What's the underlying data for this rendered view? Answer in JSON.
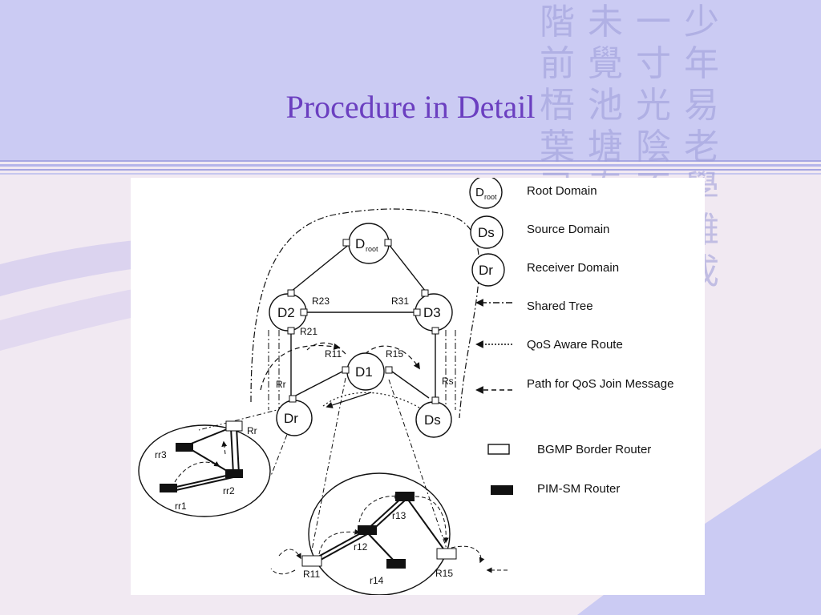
{
  "slide": {
    "title": "Procedure in Detail",
    "calligraphy": [
      [
        "少",
        "年",
        "易",
        "老",
        "學",
        "難",
        "成"
      ],
      [
        "一",
        "寸",
        "光",
        "陰",
        "不"
      ],
      [
        "未",
        "覺",
        "池",
        "塘",
        "春"
      ],
      [
        "階",
        "前",
        "梧",
        "葉",
        "已"
      ]
    ]
  },
  "diagram": {
    "domains": {
      "droot": "D",
      "droot_sub": "root",
      "d1": "D1",
      "d2": "D2",
      "d3": "D3",
      "dr": "Dr",
      "ds": "Ds"
    },
    "border_routers": {
      "r23": "R23",
      "r31": "R31",
      "r21": "R21",
      "r11": "R11",
      "r15": "R15",
      "rr": "Rr",
      "rs": "Rs",
      "rr_inner": "Rr"
    },
    "receiver_zoom": {
      "rr3": "rr3",
      "rr2": "rr2",
      "rr1": "rr1"
    },
    "d1_zoom": {
      "r11": "R11",
      "r12": "r12",
      "r13": "r13",
      "r14": "r14",
      "r15": "R15"
    },
    "legend": {
      "root_domain_symbol": "D",
      "root_domain_sub": "root",
      "root_domain": "Root Domain",
      "source_domain_symbol": "Ds",
      "source_domain": "Source Domain",
      "receiver_domain_symbol": "Dr",
      "receiver_domain": "Receiver Domain",
      "shared_tree": "Shared Tree",
      "qos_route": "QoS Aware Route",
      "qos_join": "Path for QoS Join Message",
      "bgmp": "BGMP Border Router",
      "pim": "PIM-SM Router"
    }
  }
}
